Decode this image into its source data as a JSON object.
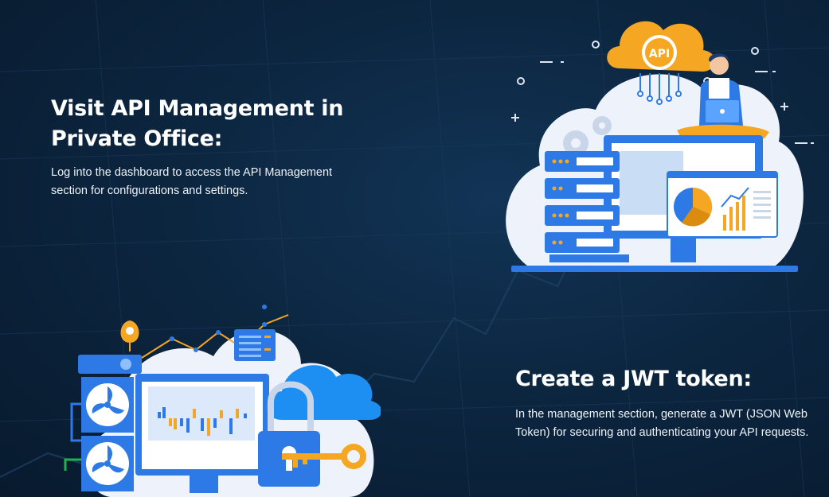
{
  "sections": [
    {
      "title": "Visit API Management in Private Office:",
      "description": "Log into the dashboard to access the API Management section for configurations and settings."
    },
    {
      "title": "Create a JWT token:",
      "description": "In the management section, generate a JWT (JSON Web Token) for securing and authenticating your API requests."
    }
  ],
  "illustrations": {
    "api_badge": "API"
  },
  "colors": {
    "background": "#0c2640",
    "accent_blue": "#2d7ae6",
    "accent_orange": "#f5a623",
    "cloud": "#eef3fb"
  }
}
